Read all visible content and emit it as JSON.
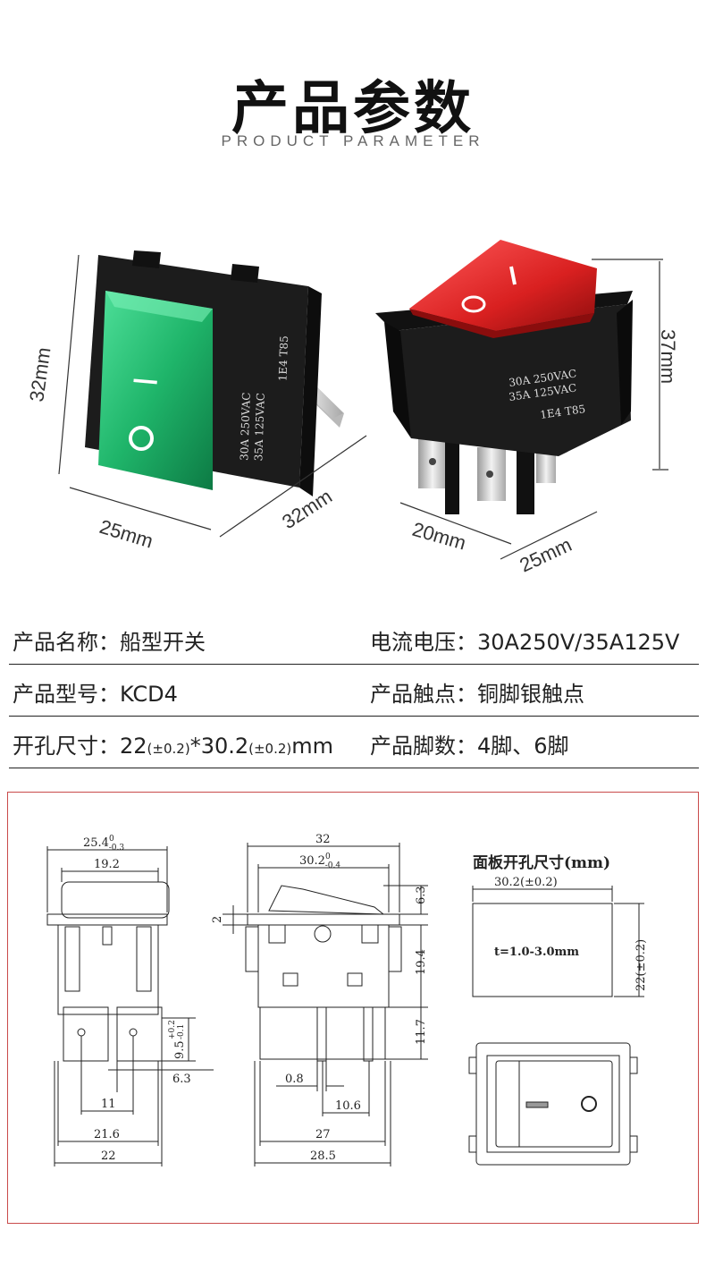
{
  "header": {
    "title": "产品参数",
    "subtitle": "PRODUCT PARAMETER"
  },
  "photo": {
    "colors": {
      "green_switch": "#1fb56a",
      "red_switch": "#d92020",
      "housing": "#1a1a1a"
    },
    "green": {
      "dim_height": "32mm",
      "dim_width": "25mm",
      "dim_depth": "32mm",
      "symbol_on": "I",
      "symbol_off": "O",
      "marking_1": "30A 250VAC",
      "marking_2": "35A 125VAC",
      "marking_3": "1E4 T85"
    },
    "red": {
      "dim_height": "37mm",
      "dim_width_1": "20mm",
      "dim_width_2": "25mm",
      "symbol_on": "I",
      "symbol_off": "O",
      "marking_1": "30A 250VAC",
      "marking_2": "35A 125VAC",
      "marking_3": "1E4 T85"
    }
  },
  "specs": {
    "name_label": "产品名称：",
    "name_value": "船型开关",
    "current_label": "电流电压：",
    "current_value": "30A250V/35A125V",
    "model_label": "产品型号：",
    "model_value": "KCD4",
    "contact_label": "产品触点：",
    "contact_value": "铜脚银触点",
    "hole_label": "开孔尺寸：",
    "hole_a": "22",
    "hole_a_tol": "(±0.2)",
    "hole_sep": "*30.2",
    "hole_b_tol": "(±0.2)",
    "hole_unit": "mm",
    "pins_label": "产品脚数：",
    "pins_value": "4脚、6脚"
  },
  "drawing": {
    "front": {
      "w_top": "25.4",
      "w_top_tol_up": "0",
      "w_top_tol_dn": "-0.3",
      "w_inner": "19.2",
      "pin_h": "9.5",
      "pin_tol_up": "+0.2",
      "pin_tol_dn": "-0.1",
      "pin_w": "6.3",
      "pin_gap": "11",
      "w_body": "21.6",
      "w_bottom": "22"
    },
    "side": {
      "w_top": "32",
      "w_inner": "30.2",
      "w_inner_tol_up": "0",
      "w_inner_tol_dn": "-0.4",
      "h_rocker": "6.3",
      "h_flange": "2",
      "h_body": "19.4",
      "h_pin": "11.7",
      "pin_t": "0.8",
      "pin_pitch": "10.6",
      "w_body": "27",
      "w_bottom": "28.5"
    },
    "panel": {
      "title": "面板开孔尺寸(mm)",
      "w": "30.2(±0.2)",
      "h": "22(±0.2)",
      "thickness": "t=1.0-3.0mm"
    }
  }
}
